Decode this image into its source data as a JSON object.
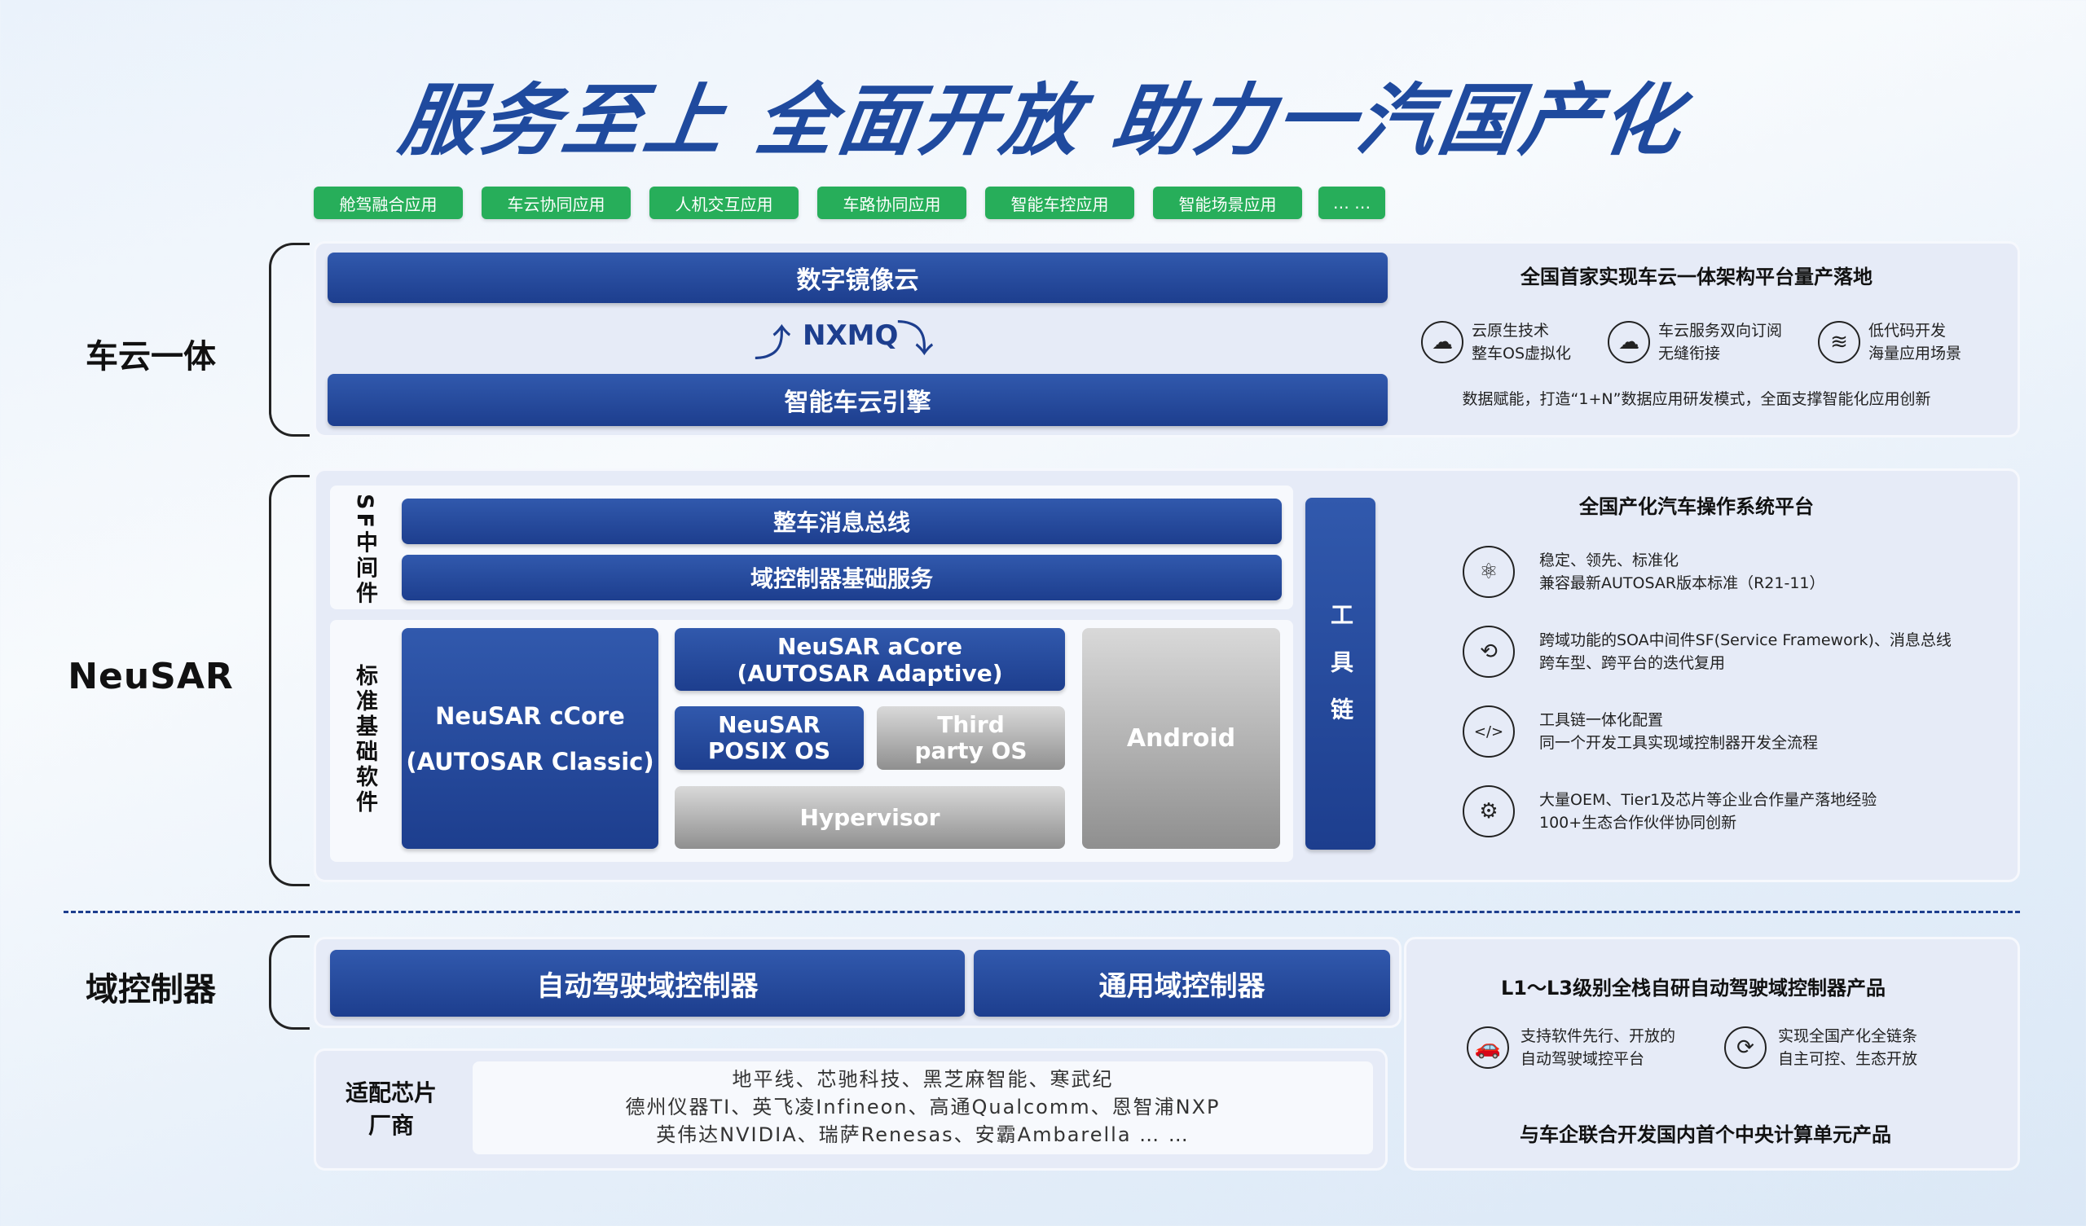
{
  "title": "服务至上 全面开放 助力一汽国产化",
  "apps": [
    "舱驾融合应用",
    "车云协同应用",
    "人机交互应用",
    "车路协同应用",
    "智能车控应用",
    "智能场景应用",
    "… …"
  ],
  "s1": {
    "label": "车云一体",
    "top_bar": "数字镜像云",
    "middleware": "NXMQ",
    "bottom_bar": "智能车云引擎",
    "right_title": "全国首家实现车云一体架构平台量产落地",
    "features": [
      {
        "l1": "云原生技术",
        "l2": "整车OS虚拟化",
        "icon": "cloud-network-icon"
      },
      {
        "l1": "车云服务双向订阅",
        "l2": "无缝衔接",
        "icon": "cloud-topology-icon"
      },
      {
        "l1": "低代码开发",
        "l2": "海量应用场景",
        "icon": "layers-icon"
      }
    ],
    "footer": "数据赋能，打造“1+N”数据应用研发模式，全面支撑智能化应用创新"
  },
  "s2": {
    "label": "NeuSAR",
    "sf_label": "SF中间件",
    "bus": "整车消息总线",
    "base_service": "域控制器基础服务",
    "std_label": "标准基础软件",
    "ccore_1": "NeuSAR cCore",
    "ccore_2": "(AUTOSAR Classic)",
    "acore_1": "NeuSAR aCore",
    "acore_2": "(AUTOSAR Adaptive)",
    "posix_1": "NeuSAR",
    "posix_2": "POSIX OS",
    "third_1": "Third",
    "third_2": "party OS",
    "hypervisor": "Hypervisor",
    "android": "Android",
    "toolchain": "工具链",
    "right_title": "全国产化汽车操作系统平台",
    "features": [
      {
        "l1": "稳定、领先、标准化",
        "l2": "兼容最新AUTOSAR版本标准（R21-11）",
        "icon": "atom-icon"
      },
      {
        "l1": "跨域功能的SOA中间件SF(Service Framework)、消息总线",
        "l2": "跨车型、跨平台的迭代复用",
        "icon": "refresh-device-icon"
      },
      {
        "l1": "工具链一体化配置",
        "l2": "同一个开发工具实现域控制器开发全流程",
        "icon": "code-monitor-icon"
      },
      {
        "l1": "大量OEM、Tier1及芯片等企业合作量产落地经验",
        "l2": "100+生态合作伙伴协同创新",
        "icon": "gears-icon"
      }
    ]
  },
  "s3": {
    "label": "域控制器",
    "bar1": "自动驾驶域控制器",
    "bar2": "通用域控制器",
    "chip_label_1": "适配芯片",
    "chip_label_2": "厂商",
    "chips": [
      "地平线、芯驰科技、黑芝麻智能、寒武纪",
      "德州仪器TI、英飞凌Infineon、高通Qualcomm、恩智浦NXP",
      "英伟达NVIDIA、瑞萨Renesas、安霸Ambarella … …"
    ],
    "right_title": "L1～L3级别全栈自研自动驾驶域控制器产品",
    "features": [
      {
        "l1": "支持软件先行、开放的",
        "l2": "自动驾驶域控平台",
        "icon": "connected-car-icon"
      },
      {
        "l1": "实现全国产化全链条",
        "l2": "自主可控、生态开放",
        "icon": "share-nodes-icon"
      }
    ],
    "footer": "与车企联合开发国内首个中央计算单元产品"
  }
}
